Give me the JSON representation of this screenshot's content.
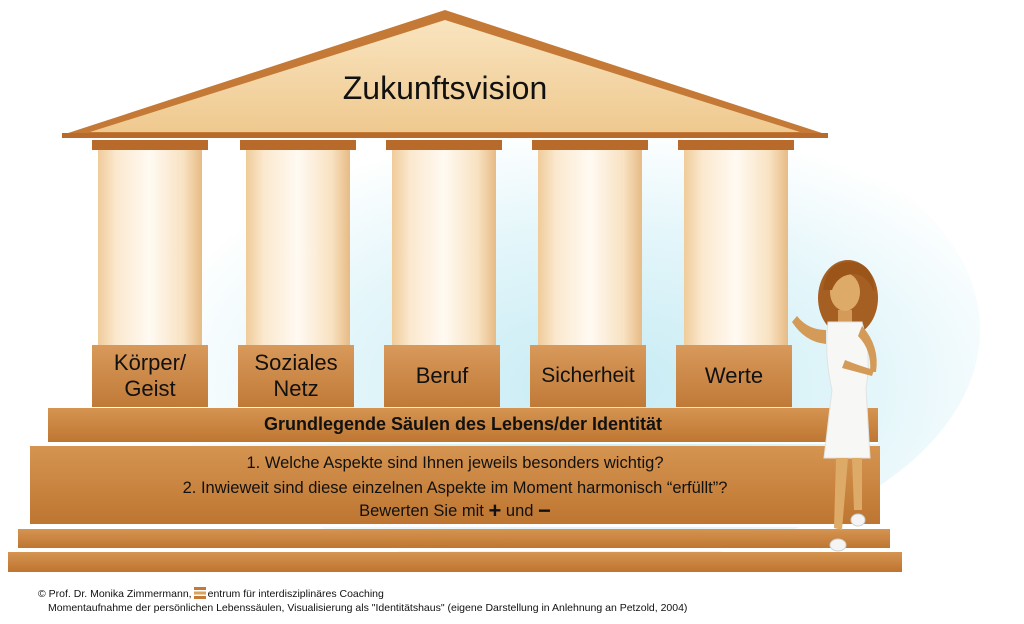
{
  "roof": {
    "title": "Zukunftsvision"
  },
  "pillars": [
    {
      "label_line1": "Körper/",
      "label_line2": "Geist"
    },
    {
      "label_line1": "Soziales",
      "label_line2": "Netz"
    },
    {
      "label_line1": "Beruf",
      "label_line2": ""
    },
    {
      "label_line1": "Sicherheit",
      "label_line2": ""
    },
    {
      "label_line1": "Werte",
      "label_line2": ""
    }
  ],
  "foundation": {
    "title": "Grundlegende Säulen des Lebens/der Identität",
    "question1": "1. Welche Aspekte sind Ihnen jeweils besonders wichtig?",
    "question2": "2. Inwieweit sind diese einzelnen Aspekte im Moment harmonisch “erfüllt”?",
    "rate_prefix": "Bewerten Sie mit",
    "plus_sign": "+",
    "rate_and": "und",
    "minus_sign": "−"
  },
  "footer": {
    "copyright": "© Prof. Dr. Monika Zimmermann,",
    "center_rest": "entrum für interdisziplinäres Coaching",
    "caption": "Momentaufnahme der persönlichen Lebenssäulen, Visualisierung als \"Identitätshaus\" (eigene Darstellung in Anlehnung an Petzold, 2004)"
  },
  "colors": {
    "roof_light": "#f7dcae",
    "roof_dark": "#c9843c",
    "capital": "#b86a2a",
    "column_light": "#fdf5e8",
    "column_shade": "#ecc594",
    "base_box": "#c98540",
    "steps": "#c67c35",
    "sky": "#cfeef6"
  }
}
